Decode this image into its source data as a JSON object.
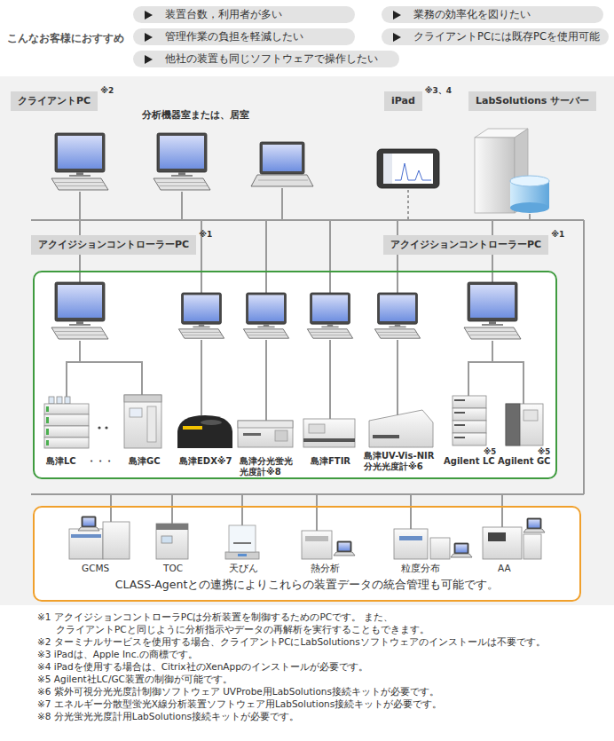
{
  "diagram": {
    "nodes": [
      {
        "text": [
          "装置台数，利用者が多い"
        ]
      },
      {
        "text": [
          "業務の効率化を図りたい"
        ]
      },
      {
        "text": [
          "管理作業の負担を軽減したい"
        ]
      },
      {
        "text": [
          "クライアントPCには既存PCを使用可能"
        ]
      },
      {
        "text": [
          "他社の装置も同じソフトウェアで操作したい"
        ]
      },
      {
        "text": [
          "クライアントPC",
          "※2"
        ]
      },
      {
        "text": [
          "iPad",
          "※3、4"
        ]
      },
      {
        "text": [
          "LabSolutions サーバー"
        ]
      },
      {
        "text": [
          "アクイジションコントローラーPC",
          "※1"
        ]
      },
      {
        "text": [
          "アクイジションコントローラーPC",
          "※1"
        ]
      },
      {
        "text": [
          "島津LC",
          "・・・",
          "島津GC",
          "島津EDX※7",
          "島津分光蛍光 光度計※8",
          "島津FTIR",
          "島津UV-Vis-NIR 分光光度計※6",
          "Agilent LC",
          "※5",
          "Agilent GC",
          "※5"
        ]
      },
      {
        "text": [
          "GCMS",
          "TOC",
          "天びん",
          "熱分析",
          "粒度分布",
          "AA",
          "CLASS-Agentとの連携によりこれらの装置データの統合管理も可能です。"
        ]
      }
    ],
    "labels": [
      "こんなお客様におすすめ",
      "分析機器室または、居室",
      "※1 アクイジションコントローラPCは分析装置を制御するためのPCです。 また、クライアントPCと同じように分析指示やデータの再解析を実行することもできます。",
      "※2 ターミナルサービスを使用する場合、クライアントPCにLabSolutionsソフトウェアのインストールは不要です。",
      "※3 iPadは、Apple Inc.の商標です。",
      "※4 iPadを使用する場合は、Citrix社のXenAppのインストールが必要です。",
      "※5 Agilent社LC/GC装置の制御が可能です。",
      "※6 紫外可視分光光度計制御ソフトウェア UVProbe用LabSolutions接続キットが必要です。",
      "※7 エネルギー分散型蛍光X線分析装置ソフトウェア用LabSolutions接続キットが必要です。",
      "※8 分光蛍光光度計用LabSolutions接続キットが必要です。"
    ]
  }
}
